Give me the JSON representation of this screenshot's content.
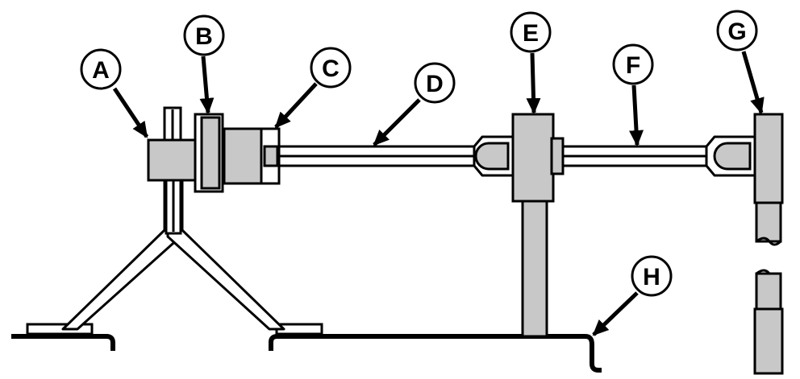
{
  "colors": {
    "part_fill": "#c8c8c8",
    "outline": "#000000",
    "background": "#ffffff"
  },
  "callouts": {
    "a": "A",
    "b": "B",
    "c": "C",
    "d": "D",
    "e": "E",
    "f": "F",
    "g": "G",
    "h": "H"
  }
}
